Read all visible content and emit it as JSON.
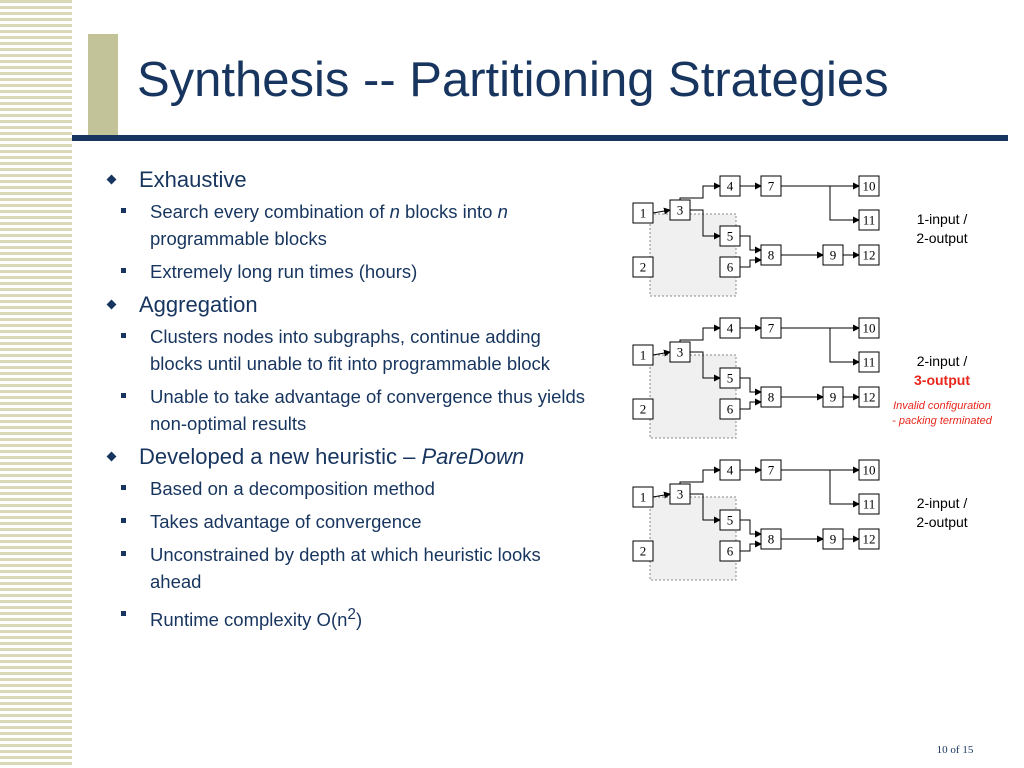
{
  "slide": {
    "title": "Synthesis -- Partitioning Strategies",
    "page": "10 of 15"
  },
  "bullets": [
    {
      "text": "Exhaustive",
      "subs": [
        {
          "pre": "Search every combination of ",
          "em1": "n",
          "mid": " blocks into ",
          "em2": "n",
          "post": " programmable blocks"
        },
        {
          "text": "Extremely long run times (hours)"
        }
      ]
    },
    {
      "text": "Aggregation",
      "subs": [
        {
          "text": "Clusters nodes into subgraphs, continue adding blocks until unable to fit into programmable block"
        },
        {
          "text": "Unable to take advantage of convergence thus yields non-optimal results"
        }
      ]
    },
    {
      "pre": "Developed a new heuristic – ",
      "em": "PareDown",
      "subs": [
        {
          "text": "Based on a decomposition method"
        },
        {
          "text": "Takes advantage of convergence"
        },
        {
          "text": "Unconstrained by depth at which heuristic looks ahead"
        },
        {
          "pre": "Runtime complexity O(n",
          "sup": "2",
          "post": ")"
        }
      ]
    }
  ],
  "diagrams": {
    "node_labels": [
      "1",
      "2",
      "3",
      "4",
      "5",
      "6",
      "7",
      "8",
      "9",
      "10",
      "11",
      "12"
    ],
    "captions": [
      {
        "line1": "1-input /",
        "line2": "2-output"
      },
      {
        "line1": "2-input /",
        "line2": "3-output",
        "note1": "Invalid configuration",
        "note2": "- packing terminated"
      },
      {
        "line1": "2-input /",
        "line2": "2-output"
      }
    ]
  }
}
